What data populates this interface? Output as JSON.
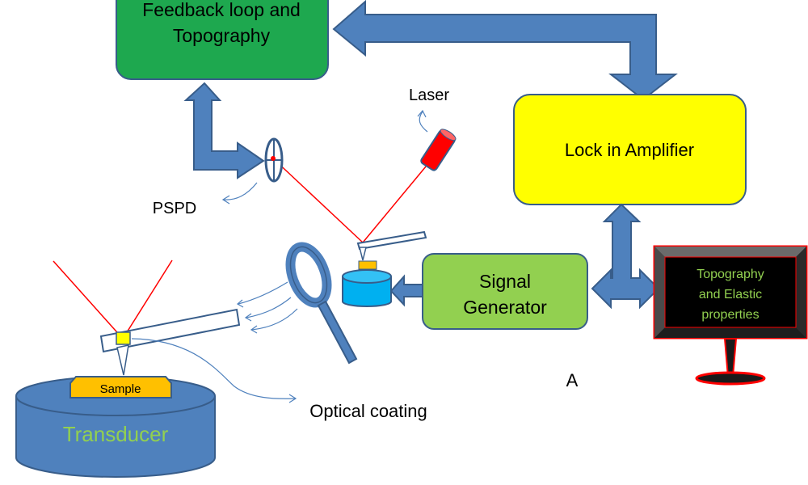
{
  "feedback_box": {
    "line1": "Feedback loop and",
    "line2": "Topography"
  },
  "lock_in_box": {
    "label": "Lock in Amplifier"
  },
  "signal_generator": {
    "line1": "Signal",
    "line2": "Generator"
  },
  "monitor": {
    "line1": "Topography",
    "line2": "and Elastic",
    "line3": "properties"
  },
  "labels": {
    "laser": "Laser",
    "pspd": "PSPD",
    "optical_coating": "Optical coating",
    "panel": "A"
  },
  "sample": {
    "label": "Sample"
  },
  "transducer": {
    "label": "Transducer"
  },
  "colors": {
    "arrow_fill": "#4f81bd",
    "arrow_stroke": "#385d8a",
    "feedback_fill": "#1ea84f",
    "lockin_fill": "#ffff00",
    "signal_fill": "#92d050",
    "monitor_frame": "#ff0000",
    "monitor_text": "#92d050",
    "transducer_fill": "#4f81bd",
    "transducer_text": "#92d050",
    "sample_fill": "#ffc000",
    "laser_beam": "#ff0000"
  }
}
